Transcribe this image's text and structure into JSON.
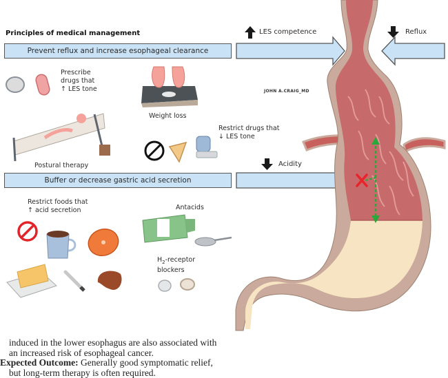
{
  "heading": "Principles of medical management",
  "bands": {
    "top": "Prevent reflux and increase esophageal clearance",
    "bottom": "Buffer or decrease gastric acid secretion"
  },
  "effects": {
    "les_competence": {
      "direction": "up",
      "label": "LES competence"
    },
    "reflux": {
      "direction": "down",
      "label": "Reflux"
    },
    "acidity": {
      "direction": "down",
      "label": "Acidity"
    }
  },
  "interventions": {
    "prescribe_drugs": {
      "line1": "Prescribe",
      "line2": "drugs that",
      "line3": "LES tone",
      "arrow": "up"
    },
    "weight_loss": "Weight loss",
    "postural_therapy": "Postural therapy",
    "restrict_drugs": {
      "line1": "Restrict drugs that",
      "line2": "LES tone",
      "arrow": "down"
    },
    "restrict_foods": {
      "line1": "Restrict foods that",
      "line2": "acid secretion",
      "arrow": "up"
    },
    "antacids": "Antacids",
    "h2_blockers": {
      "line1": "H",
      "sub": "2",
      "line1_rest": "-receptor",
      "line2": "blockers"
    }
  },
  "signature": "JOHN A.CRAIG_MD",
  "body_text": {
    "line1": "induced in the lower esophagus are also associated with",
    "line2": "an increased risk of esophageal cancer.",
    "outcome_label": "Expected Outcome:",
    "outcome_line1": " Generally good symptomatic relief,",
    "outcome_line2": "but long-term therapy is often required."
  },
  "colors": {
    "band_fill": "#c9e2f6",
    "band_border": "#555555",
    "stomach_wall": "#c9aa9c",
    "mucosa": "#c4646a",
    "gastric_content": "#f7e4c2",
    "blocked_marker": "#e8232a",
    "flow_arrow": "#2aa83a"
  }
}
